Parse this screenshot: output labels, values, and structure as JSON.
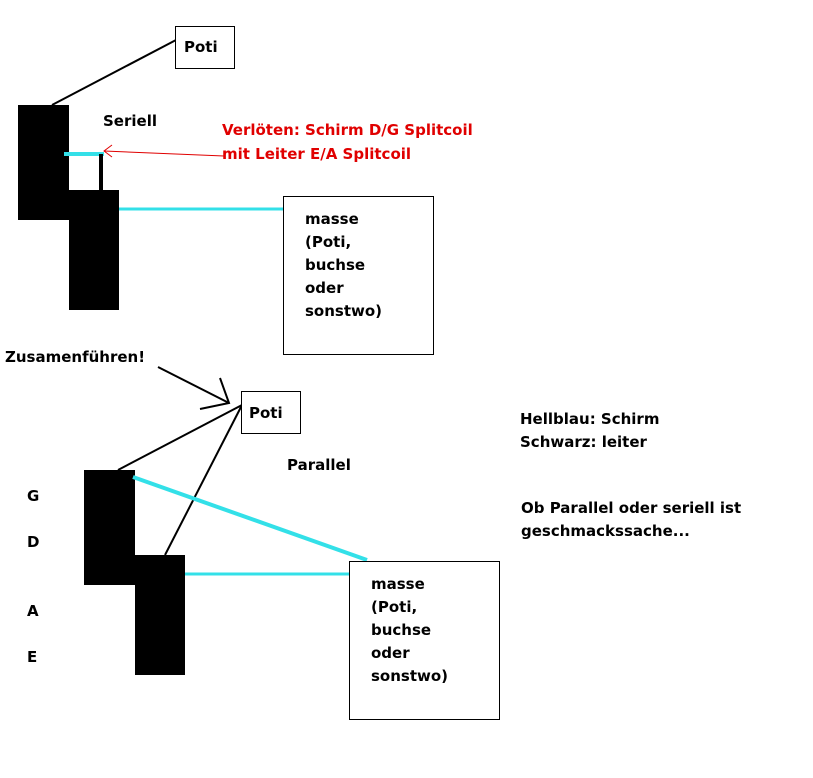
{
  "colors": {
    "shield": "#33e0e8",
    "conductor": "#000000",
    "note": "#e00000"
  },
  "serial": {
    "poti": "Poti",
    "title": "Seriell",
    "note_line1": "Verlöten:  Schirm D/G Splitcoil",
    "note_line2": "mit Leiter E/A Splitcoil",
    "ground_lines": [
      "masse",
      "(Poti,",
      "buchse",
      "oder",
      "sonstwo)"
    ]
  },
  "parallel": {
    "merge_label": "Zusamenführen!",
    "poti": "Poti",
    "title": "Parallel",
    "strings": [
      "G",
      "D",
      "A",
      "E"
    ],
    "ground_lines": [
      "masse",
      "(Poti,",
      "buchse",
      "oder",
      "sonstwo)"
    ]
  },
  "legend": {
    "shield": "Hellblau: Schirm",
    "conductor": "Schwarz: leiter"
  },
  "comment_line1": "Ob Parallel oder seriell ist",
  "comment_line2": "geschmackssache..."
}
